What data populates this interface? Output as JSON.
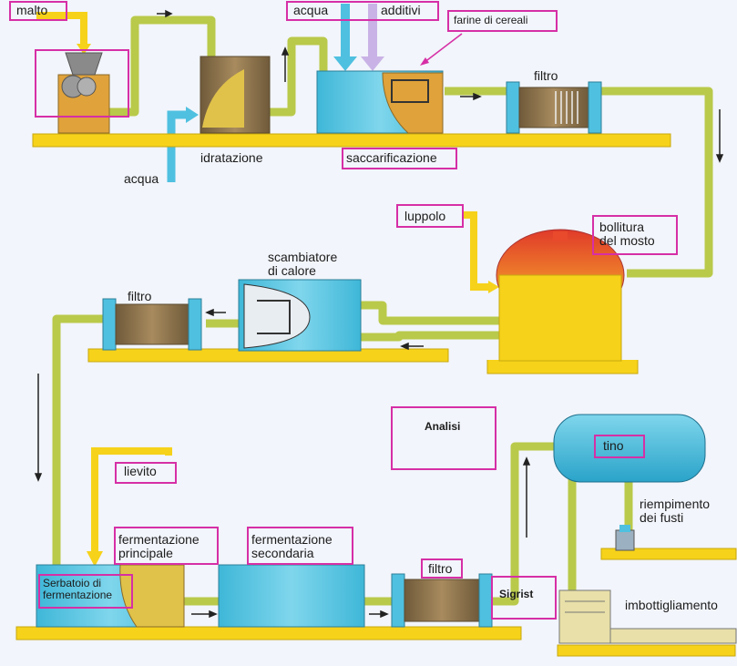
{
  "labels": {
    "malto": "malto",
    "acqua_top": "acqua",
    "additivi": "additivi",
    "farine": "farine di cereali",
    "filtro_1": "filtro",
    "idratazione": "idratazione",
    "acqua_left": "acqua",
    "saccarificazione": "saccarificazione",
    "luppolo": "luppolo",
    "bollitura": "bollitura\ndel mosto",
    "scambiatore": "scambiatore\ndi calore",
    "filtro_2": "filtro",
    "analisi": "Analisi",
    "tino": "tino",
    "riempimento": "riempimento\ndei fusti",
    "lievito": "lievito",
    "ferm_principale": "fermentazione\nprincipale",
    "ferm_secondaria": "fermentazione\nsecondaria",
    "serbatoio": "Serbatoio di\nfermentazione",
    "filtro_3": "filtro",
    "sigrist": "Sigrist",
    "imbottigliamento": "imbottigliamento"
  },
  "colors": {
    "background": "#f2f5fb",
    "platform": "#f6d21a",
    "pipe": "#b9c94a",
    "tank": "#56c3e0",
    "label_box": "#d62fa6",
    "kettle_top": "#e84a2b"
  }
}
